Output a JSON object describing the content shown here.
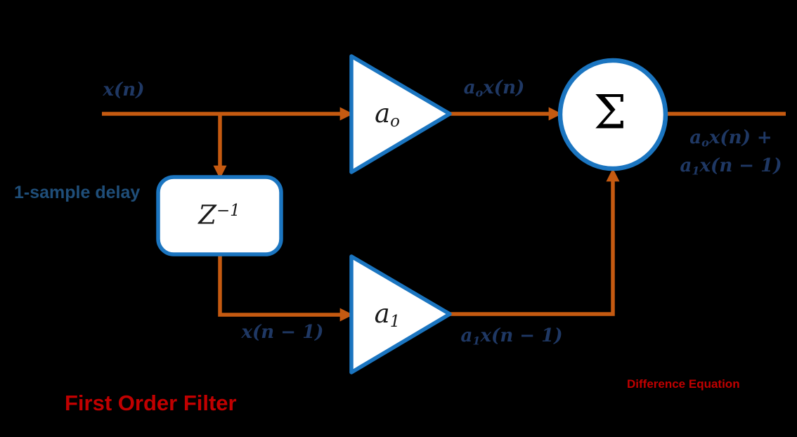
{
  "colors": {
    "background": "#000000",
    "wire": "#C55A11",
    "shape_stroke": "#1B75C0",
    "shape_fill": "#FFFFFF",
    "math_text": "#1F3864",
    "note_text": "#1F4E79",
    "red_text": "#C00000",
    "block_text": "#000000"
  },
  "labels": {
    "input_signal": "x(n)",
    "delay_note": "1-sample delay",
    "delay_block": {
      "base": "Z",
      "sup": "−1"
    },
    "gain_top": {
      "base": "a",
      "sub": "o"
    },
    "gain_bottom": {
      "base": "a",
      "sub": "1"
    },
    "summation": "Σ",
    "top_signal": {
      "a": "a",
      "a_sub": "o",
      "rest": "x(n)"
    },
    "delayed_signal": "x(n − 1)",
    "bottom_signal": {
      "a": "a",
      "a_sub": "1",
      "rest": "x(n − 1)"
    },
    "output_line1": {
      "a": "a",
      "a_sub": "o",
      "rest": "x(n) +"
    },
    "output_line2": {
      "a": "a",
      "a_sub": "1",
      "rest": "x(n − 1)"
    },
    "title": "First Order Filter",
    "caption": "Difference Equation"
  }
}
